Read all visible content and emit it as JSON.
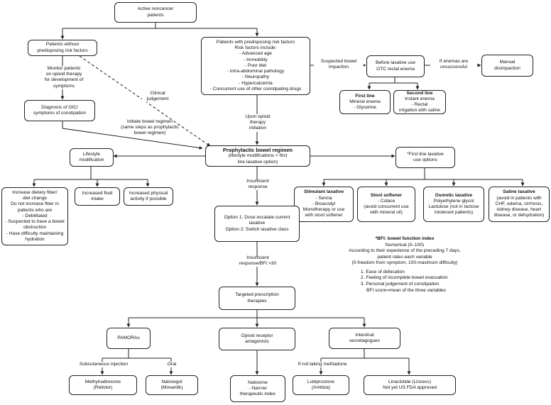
{
  "nodes": {
    "root": [
      "Active noncancer",
      "patients"
    ],
    "no_risk": [
      "Patients without",
      "predisposing risk factors"
    ],
    "risk": {
      "title": "Patients with predisposing risk factors",
      "subtitle": "Risk factors include:",
      "items": [
        "- Advanced age",
        "- Immobility",
        "- Poor diet",
        "- Intra-abdominal pathology",
        "- Neuropathy",
        "- Hypercalcemia",
        "- Concurrent use of other constipating drugs"
      ]
    },
    "before_laxative": [
      "Before laxative use",
      "OTC rectal enema"
    ],
    "manual": [
      "Manual",
      "disimpaction"
    ],
    "first_line": {
      "title": "First line",
      "items": [
        "Mineral enema",
        "- Glycerine"
      ]
    },
    "second_line": {
      "title": "Second line",
      "items": [
        "Instant enema",
        "- Rectal",
        "irrigation with saline"
      ]
    },
    "diagnosis": [
      "Diagnosis of OIC/",
      "symptoms of constipation"
    ],
    "prophylactic": {
      "title": "Prophylactic bowel regimen",
      "items": [
        "(lifestyle modifications + first",
        "line laxative option)"
      ]
    },
    "lifestyle": [
      "Lifestyle",
      "modification"
    ],
    "first_line_options": [
      "*First line laxative",
      "use options"
    ],
    "fiber": [
      "Increase dietary fiber/",
      "diet change",
      "Do not increase fiber in",
      "patients who are",
      "- Debilitated",
      "- Suspected to have a bowel",
      "obstruction",
      "- Have difficulty maintaining",
      "hydration"
    ],
    "fluid": [
      "Increased fluid",
      "intake"
    ],
    "activity": [
      "Increased physical",
      "activity if possible"
    ],
    "stimulant": {
      "title": "Stimulant laxative",
      "items": [
        "- Senna",
        "- Bisacodyl",
        "Monotherapy or use",
        "with stool softener"
      ]
    },
    "softener": {
      "title": "Stool softener",
      "items": [
        "- Colace",
        "(avoid concurrent use",
        "with mineral oil)"
      ]
    },
    "osmotic": {
      "title": "Osmotic laxative",
      "items": [
        "Polyethylene glycol",
        "Lactulose (not in lactose",
        "intolerant patients)"
      ]
    },
    "saline": {
      "title": "Saline laxative",
      "items": [
        "(avoid in patients with",
        "CHF, edema, cirrhosis,",
        "kidney disease, heart",
        "disease, or dehydration)"
      ]
    },
    "options": [
      "Option 1: Dose escalate current",
      "laxative",
      "Option 2: Switch laxative class"
    ],
    "targeted": [
      "Targeted prescription",
      "therapies"
    ],
    "pamoras": [
      "PAMORAs"
    ],
    "antagonists": [
      "Opioid receptor",
      "antagonists"
    ],
    "secretagogues": [
      "Intestinal",
      "secretagogues"
    ],
    "methylnaltrexone": [
      "Methylnaltrexone",
      "(Relistor)"
    ],
    "naloxegol": [
      "Naloxegol",
      "(Movantik)"
    ],
    "naloxone": [
      "Naloxone",
      "- Narrow",
      "therapeutic index"
    ],
    "lubiprostone": [
      "Lubiprostone",
      "(Amitiza)"
    ],
    "linaclotide": [
      "Linaclotide (Linzess)",
      "Not yet US FDA approved"
    ]
  },
  "labels": {
    "monitor": [
      "Monitor patients",
      "on opioid therapy",
      "for development of",
      "symptoms"
    ],
    "clinical": [
      "Clinical",
      "judgement"
    ],
    "initiate": [
      "Initiate bowel regimen",
      "(same steps as prophylactic",
      "bowel regimen)"
    ],
    "upon_opioid": [
      "Upon opioid",
      "therapy",
      "initiation"
    ],
    "suspected_impaction": [
      "Suspected bowel",
      "impaction"
    ],
    "enemas_unsuccessful": [
      "If enemas are",
      "unsuccessful"
    ],
    "insufficient": [
      "Insufficient",
      "response"
    ],
    "insufficient_bfi": [
      "Insufficient",
      "response/BFI >30"
    ],
    "subcutaneous": [
      "Subcutaneous injection"
    ],
    "oral": [
      "Oral"
    ],
    "not_methadone": [
      "If not taking methadone"
    ]
  },
  "bfi_note": {
    "title": "*BFI: bowel function index",
    "lines": [
      "Numerical (0–100)",
      "According to their experience of the preceding 7 days,",
      "patient rates each variable",
      "(0-freedom from symptom, 100-maximum difficulty)"
    ],
    "items": [
      "1. Ease of defecation",
      "2. Feeling of incomplete bowel evacuation",
      "3. Personal judgement of constipation",
      "BFI score=mean of the three variables"
    ]
  },
  "colors": {
    "line": "#222222",
    "box_border": "#222222",
    "background": "#ffffff"
  }
}
